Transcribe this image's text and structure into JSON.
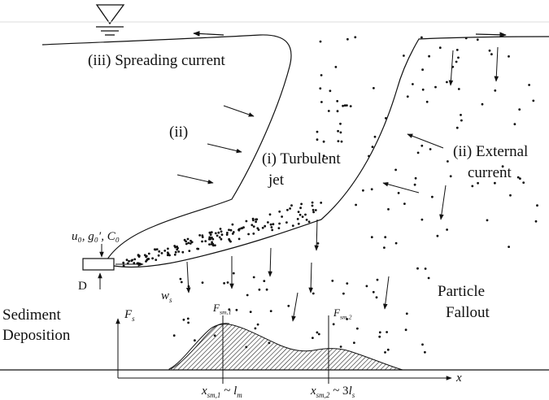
{
  "labels": {
    "spreading_current": "(iii) Spreading current",
    "ii_short": "(ii)",
    "turbulent_1": "(i) Turbulent",
    "turbulent_2": "jet",
    "external_1": "(ii) External",
    "external_2": "current",
    "inlet_params": "u₀, g₀′, C₀",
    "diameter": "D",
    "settling_velocity": "w",
    "settling_sub": "s",
    "particle_1": "Particle",
    "particle_2": "Fallout",
    "sediment_1": "Sediment",
    "sediment_2": "Deposition",
    "fs_main": "F",
    "fs_sub": "s",
    "fsm1_main": "F",
    "fsm1_sub": "sm,1",
    "fsm2_main": "F",
    "fsm2_sub": "sm,2",
    "xsm1_main": "x",
    "xsm1_sub": "sm,1",
    "xsm1_rest": " ~ ",
    "xsm1_l": "l",
    "xsm1_lsub": "m",
    "xsm2_main": "x",
    "xsm2_sub": "sm,2",
    "xsm2_rest": " ~ 3",
    "xsm2_l": "l",
    "xsm2_lsub": "s",
    "x_axis": "x"
  }
}
